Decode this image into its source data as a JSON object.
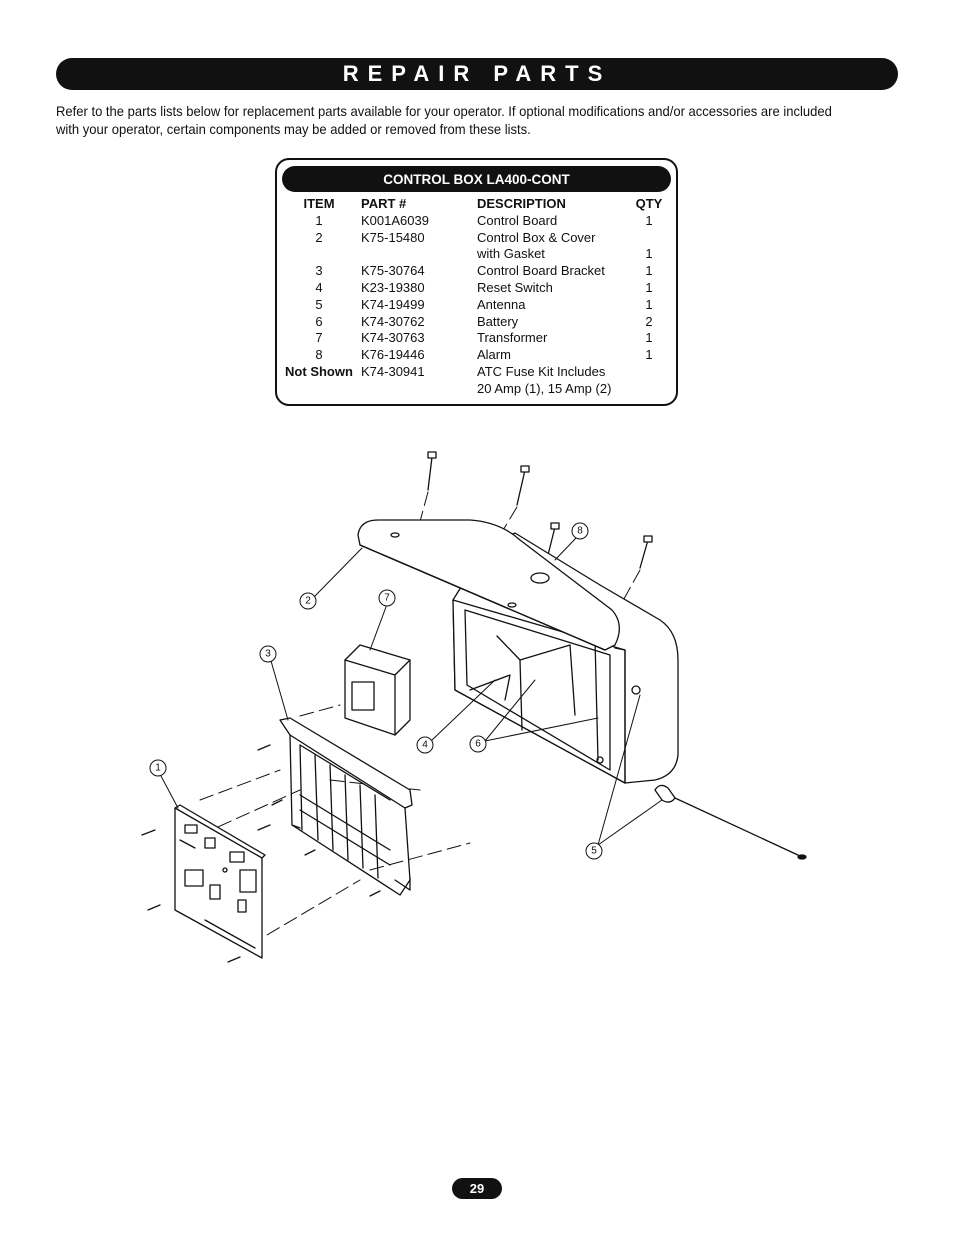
{
  "header": {
    "title": "REPAIR PARTS"
  },
  "intro": "Refer to the parts lists below for replacement parts available for your operator. If optional modifications and/or accessories are included with your operator, certain components may be added or removed from these lists.",
  "parts_list": {
    "title": "CONTROL BOX LA400-CONT",
    "columns": {
      "item": "ITEM",
      "part": "PART #",
      "description": "DESCRIPTION",
      "qty": "QTY"
    },
    "rows": [
      {
        "item": "1",
        "part": "K001A6039",
        "description": "Control Board",
        "qty": "1"
      },
      {
        "item": "2",
        "part": "K75-15480",
        "description": "Control Box & Cover",
        "description2": "with Gasket",
        "qty": "1"
      },
      {
        "item": "3",
        "part": "K75-30764",
        "description": "Control Board Bracket",
        "qty": "1"
      },
      {
        "item": "4",
        "part": "K23-19380",
        "description": "Reset Switch",
        "qty": "1"
      },
      {
        "item": "5",
        "part": "K74-19499",
        "description": "Antenna",
        "qty": "1"
      },
      {
        "item": "6",
        "part": "K74-30762",
        "description": "Battery",
        "qty": "2"
      },
      {
        "item": "7",
        "part": "K74-30763",
        "description": "Transformer",
        "qty": "1"
      },
      {
        "item": "8",
        "part": "K76-19446",
        "description": "Alarm",
        "qty": "1"
      },
      {
        "item": "Not Shown",
        "part": "K74-30941",
        "description": "ATC Fuse Kit Includes",
        "description2": "20 Amp (1), 15 Amp (2)",
        "qty": ""
      }
    ]
  },
  "diagram": {
    "callouts": [
      "1",
      "2",
      "3",
      "4",
      "5",
      "6",
      "7",
      "8"
    ]
  },
  "footer": {
    "page_number": "29"
  }
}
